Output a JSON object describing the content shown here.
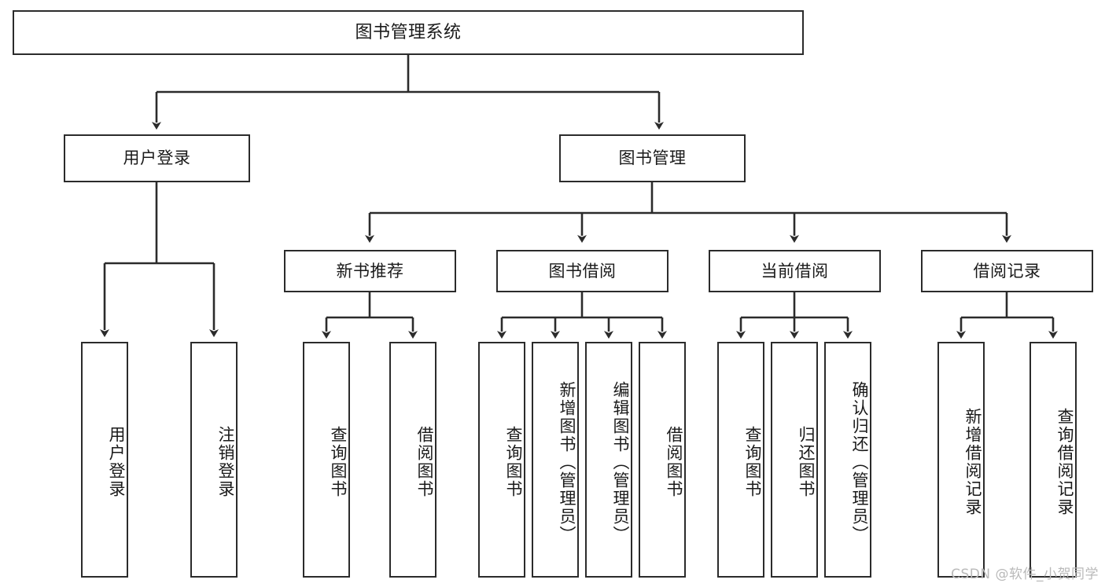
{
  "diagram": {
    "title": "图书管理系统",
    "watermark": "CSDN @软件_小贺同学",
    "colors": {
      "stroke": "#2b2b2b",
      "fill": "#ffffff",
      "text": "#1a1a1a",
      "watermark": "#b9b9b9"
    },
    "nodes": {
      "root": "图书管理系统",
      "level2": {
        "user_login": "用户登录",
        "book_manage": "图书管理"
      },
      "level3": {
        "new_book_recommend": "新书推荐",
        "book_borrow": "图书借阅",
        "current_borrow": "当前借阅",
        "borrow_record": "借阅记录"
      },
      "leaves": {
        "user_login_1": "用户登录",
        "user_login_2": "注销登录",
        "recommend_1": "查询图书",
        "recommend_2": "借阅图书",
        "borrow_1": "查询图书",
        "borrow_2": "新增图书（管理员）",
        "borrow_3": "编辑图书（管理员）",
        "borrow_4": "借阅图书",
        "current_1": "查询图书",
        "current_2": "归还图书",
        "current_3": "确认归还（管理员）",
        "record_1": "新增借阅记录",
        "record_2": "查询借阅记录"
      }
    }
  }
}
